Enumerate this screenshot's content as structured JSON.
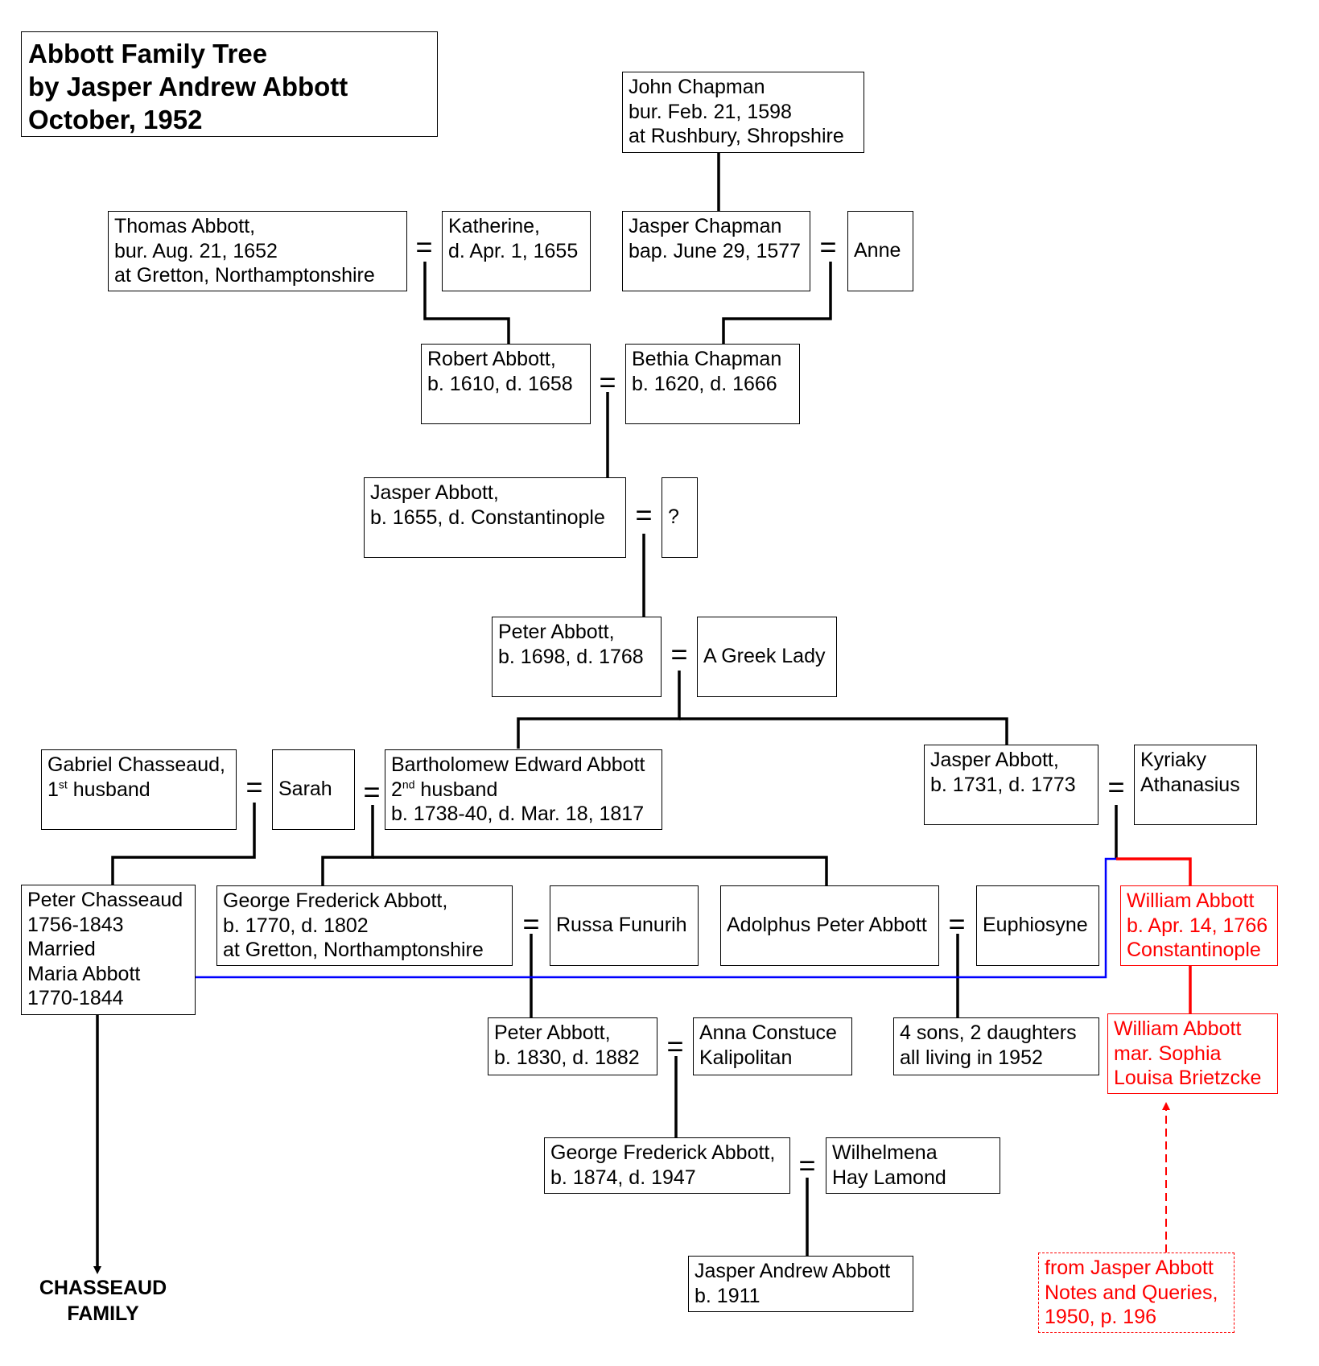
{
  "title": {
    "line1": "Abbott Family Tree",
    "line2": "by Jasper Andrew Abbott",
    "line3": "October, 1952"
  },
  "marriage_symbol": "=",
  "people": {
    "john_chapman": [
      "John Chapman",
      "bur. Feb. 21, 1598",
      " at Rushbury, Shropshire"
    ],
    "thomas_abbott": [
      "Thomas Abbott,",
      "bur. Aug. 21, 1652",
      " at Gretton, Northamptonshire"
    ],
    "katherine": [
      "Katherine,",
      "d. Apr. 1, 1655"
    ],
    "jasper_chapman": [
      "Jasper Chapman",
      "bap. June 29, 1577"
    ],
    "anne": [
      "Anne"
    ],
    "robert_abbott": [
      "Robert Abbott,",
      "b. 1610, d. 1658"
    ],
    "bethia_chapman": [
      "Bethia Chapman",
      "b. 1620, d. 1666"
    ],
    "jasper_abbott_1655": [
      "Jasper Abbott,",
      "b. 1655, d. Constantinople"
    ],
    "unknown_wife": [
      "?"
    ],
    "peter_abbott_1698": [
      "Peter Abbott,",
      "b. 1698, d. 1768"
    ],
    "greek_lady": [
      "A Greek Lady"
    ],
    "gabriel_chasseaud": {
      "line1": "Gabriel Chasseaud,",
      "ordinal_num": "1",
      "ordinal_sup": "st",
      "role": " husband"
    },
    "sarah": [
      "Sarah"
    ],
    "bartholomew": {
      "line1": "Bartholomew Edward Abbott",
      "ordinal_num": "2",
      "ordinal_sup": "nd",
      "role": " husband",
      "line3": "b. 1738-40, d. Mar. 18, 1817"
    },
    "jasper_abbott_1731": [
      "Jasper Abbott,",
      "b. 1731, d. 1773"
    ],
    "kyriaky": [
      "Kyriaky",
      "Athanasius"
    ],
    "peter_chasseaud": [
      "Peter Chasseaud",
      "1756-1843",
      "Married",
      "Maria Abbott",
      "1770-1844"
    ],
    "george_frederick_1770": [
      "George Frederick Abbott,",
      "b. 1770, d. 1802",
      " at Gretton, Northamptonshire"
    ],
    "russa": [
      "Russa Funurih"
    ],
    "adolphus": [
      "Adolphus Peter Abbott"
    ],
    "euphiosyne": [
      "Euphiosyne"
    ],
    "william_abbott_1766": [
      "William Abbott",
      "b. Apr. 14, 1766",
      "Constantinople"
    ],
    "peter_abbott_1830": [
      "Peter Abbott,",
      "b. 1830, d. 1882"
    ],
    "anna_kalipolitan": [
      "Anna Constuce",
      " Kalipolitan"
    ],
    "four_sons": [
      "4 sons, 2 daughters",
      "all living in 1952"
    ],
    "william_abbott_mar": [
      "William Abbott",
      "mar. Sophia",
      "Louisa Brietzcke"
    ],
    "george_frederick_1874": [
      "George Frederick Abbott,",
      "b. 1874, d. 1947"
    ],
    "wilhelmena": [
      "Wilhelmena",
      "Hay Lamond"
    ],
    "jasper_andrew": [
      "Jasper Andrew Abbott",
      "b. 1911"
    ]
  },
  "source_note": [
    "from Jasper Abbott",
    "Notes and Queries,",
    "1950, p. 196"
  ],
  "chasseaud_family": [
    "CHASSEAUD",
    "FAMILY"
  ],
  "colors": {
    "line": "#000000",
    "highlight_red": "#ff0000",
    "link_blue": "#0000ff"
  }
}
